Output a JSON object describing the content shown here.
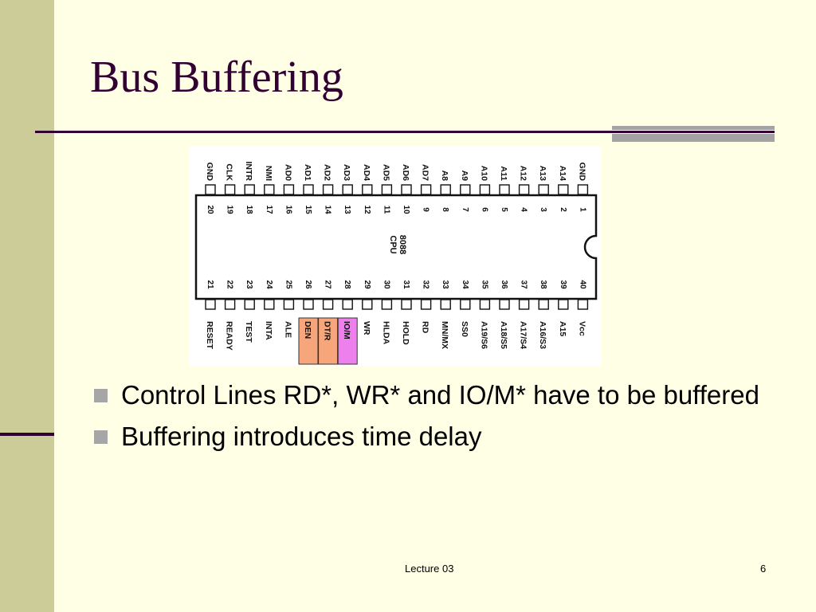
{
  "slide": {
    "title": "Bus Buffering",
    "footer": "Lecture 03",
    "page_number": "6"
  },
  "chip": {
    "name_lines": [
      "8088",
      "CPU"
    ],
    "top_pins": [
      {
        "num": "20",
        "label": "GND"
      },
      {
        "num": "19",
        "label": "CLK"
      },
      {
        "num": "18",
        "label": "INTR"
      },
      {
        "num": "17",
        "label": "NMI"
      },
      {
        "num": "16",
        "label": "AD0"
      },
      {
        "num": "15",
        "label": "AD1"
      },
      {
        "num": "14",
        "label": "AD2"
      },
      {
        "num": "13",
        "label": "AD3"
      },
      {
        "num": "12",
        "label": "AD4"
      },
      {
        "num": "11",
        "label": "AD5"
      },
      {
        "num": "10",
        "label": "AD6"
      },
      {
        "num": "9",
        "label": "AD7"
      },
      {
        "num": "8",
        "label": "A8"
      },
      {
        "num": "7",
        "label": "A9"
      },
      {
        "num": "6",
        "label": "A10"
      },
      {
        "num": "5",
        "label": "A11"
      },
      {
        "num": "4",
        "label": "A12"
      },
      {
        "num": "3",
        "label": "A13"
      },
      {
        "num": "2",
        "label": "A14"
      },
      {
        "num": "1",
        "label": "GND"
      }
    ],
    "bottom_pins": [
      {
        "num": "21",
        "label": "RESET"
      },
      {
        "num": "22",
        "label": "READY"
      },
      {
        "num": "23",
        "label": "TEST"
      },
      {
        "num": "24",
        "label": "INTA"
      },
      {
        "num": "25",
        "label": "ALE"
      },
      {
        "num": "26",
        "label": "DEN",
        "highlight": "#f7a57a"
      },
      {
        "num": "27",
        "label": "DT/R",
        "highlight": "#f7a57a"
      },
      {
        "num": "28",
        "label": "IO/M",
        "highlight": "#ee80ee"
      },
      {
        "num": "29",
        "label": "WR"
      },
      {
        "num": "30",
        "label": "HLDA"
      },
      {
        "num": "31",
        "label": "HOLD"
      },
      {
        "num": "32",
        "label": "RD"
      },
      {
        "num": "33",
        "label": "MN/MX"
      },
      {
        "num": "34",
        "label": "SS0"
      },
      {
        "num": "35",
        "label": "A19/S6"
      },
      {
        "num": "36",
        "label": "A18/S5"
      },
      {
        "num": "37",
        "label": "A17/S4"
      },
      {
        "num": "38",
        "label": "A16/S3"
      },
      {
        "num": "39",
        "label": "A15"
      },
      {
        "num": "40",
        "label": "Vcc"
      }
    ]
  },
  "bullets": [
    "Control Lines RD*, WR* and IO/M* have to be buffered",
    "Buffering introduces time delay"
  ],
  "colors": {
    "title": "#330033",
    "left_band": "#cccc99",
    "background": "#ffffe5",
    "bullet_marker": "#a6a6a6",
    "den_dtr_highlight": "#f7a57a",
    "io_m_highlight": "#ee80ee"
  }
}
